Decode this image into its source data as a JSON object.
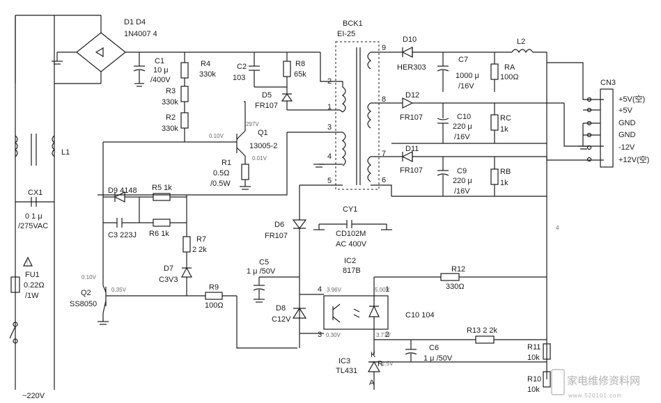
{
  "labels": {
    "d1d4": "D1  D4",
    "bridge": "1N4007  4",
    "c1": "C1",
    "c1v": "10 μ",
    "c1r": "/400V",
    "r4": "R4",
    "r4v": "330k",
    "r3": "R3",
    "r3v": "330k",
    "r2": "R2",
    "r2v": "330k",
    "c2": "C2",
    "c2v": "103",
    "r8": "R8",
    "r8v": "65k",
    "d5": "D5",
    "d5v": "FR107",
    "q1": "Q1",
    "q1v": "13005-2",
    "q1volt": "297V",
    "q1b": "0.10V",
    "r1": "R1",
    "r1v": "0.5Ω",
    "r1w": "/0.5W",
    "r1volt": "0.01V",
    "bck1": "BCK1",
    "ei25": "EI-25",
    "d10": "D10",
    "d10v": "HER303",
    "c7": "C7",
    "c7v": "1000 μ",
    "c7r": "/16V",
    "ra": "RA",
    "rav": "100Ω",
    "l2": "L2",
    "d12": "D12",
    "d12v": "FR107",
    "c10": "C10",
    "c10v": "220 μ",
    "c10r": "/16V",
    "rc": "RC",
    "rcv": "1k",
    "d11": "D11",
    "d11v": "FR107",
    "c9": "C9",
    "c9v": "220 μ",
    "c9r": "/16V",
    "rb": "RB",
    "rbv": "1k",
    "cn3": "CN3",
    "cn3_1": "+5V(空)",
    "cn3_2": "+5V",
    "cn3_3": "GND",
    "cn3_4": "GND",
    "cn3_5": "-12V",
    "cn3_6": "+12V(空)",
    "l1": "L1",
    "cx1": "CX1",
    "cx1v": "0 1 μ",
    "cx1r": "/275VAC",
    "fu1": "FU1",
    "fu1v": "0.22Ω",
    "fu1r": "/1W",
    "mains": "~220V",
    "d9": "D9  4148",
    "r5": "R5  1k",
    "c3": "C3  223J",
    "r6": "R6  1k",
    "r7": "R7",
    "r7v": "2 2k",
    "d7": "D7",
    "d7v": "C3V3",
    "q2": "Q2",
    "q2v": "SS8050",
    "q2c": "0.10V",
    "q2b": "0.35V",
    "r9": "R9",
    "r9v": "100Ω",
    "d6": "D6",
    "d6v": "FR107",
    "cy1": "CY1",
    "cy1v": "CD102M",
    "cy1r": "AC 400V",
    "c5": "C5",
    "c5v": "1 μ /50V",
    "d8": "D8",
    "d8v": "C12V",
    "ic2": "IC2",
    "ic2v": "817B",
    "r12": "R12",
    "r12v": "330Ω",
    "c10b": "C10  104",
    "r13": "R13  2  2k",
    "c6": "C6",
    "c6v": "1 μ /50V",
    "r11": "R11",
    "r11v": "10k",
    "r10": "R10",
    "r10v": "10k",
    "ic3": "IC3",
    "ic3v": "TL431",
    "ic3k": "K",
    "ic3r": "R",
    "ic3a": "A",
    "ic3rv": "2.5V",
    "p1": "1",
    "p2": "2",
    "p3": "3",
    "p4": "4",
    "p5": "5",
    "p6": "6",
    "p7": "7",
    "p8": "8",
    "p9": "9",
    "opto1": "1",
    "opto2": "2",
    "opto3": "3",
    "opto4": "4",
    "opto4v": "3.96V",
    "opto1v": "5.00V",
    "opto2v": "3.77V",
    "opto3v": "0.30V",
    "watermark": "家电维修资料网",
    "watermark_url": "www.520101.com",
    "mark4": "4"
  }
}
